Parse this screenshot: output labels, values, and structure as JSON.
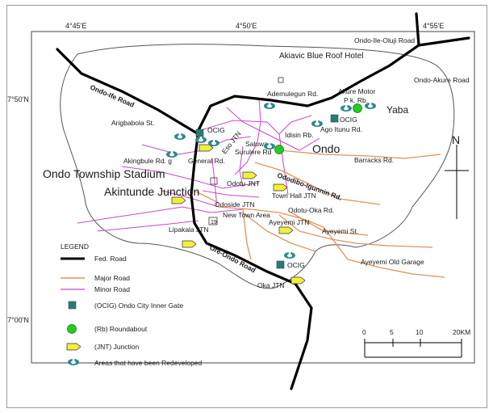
{
  "coordinates": {
    "top": [
      "4°45'E",
      "4°50'E",
      "4°55'E"
    ],
    "left": [
      "7°50'N",
      "7°00'N"
    ]
  },
  "places": {
    "ondo_ile_oluji_road": "Ondo-Ile-Oluji Road",
    "akiavic_hotel": "Akiavic Blue Roof Hotel",
    "ondo_akure_road": "Ondo-Akure Road",
    "ondo_ife_road": "Ondo-Ife Road",
    "ademulegun_rd": "Ademulegun Rd.",
    "akure_motor_1": "Akure Motor",
    "akure_motor_2": "P k. Rb.",
    "yaba": "Yaba",
    "ocig_north": "OCIG",
    "ago_itunu": "Ago Itunu Rd.",
    "arigbabola": "Arigbabola St.",
    "ocig_west": "OCIG",
    "idisin_rb": "Idisin Rb.",
    "saluwa_1": "Saluwa-",
    "saluwa_2": "Surulere Rd",
    "ondo": "Ondo",
    "eso_jtn": "Eso JTN",
    "akingbule": "Akingbule Rd. g",
    "general_rd": "General Rd.",
    "barracks_rd": "Barracks Rd.",
    "stadium": "Ondo Township Stadium",
    "odotu_jnt": "Odotu JNT",
    "ododibo": "Ododibo-Igunnin Rd.",
    "akintunde": "Akintunde Junction",
    "town_hall": "Town Hall JTN",
    "odoside": "Odoside JTN",
    "odotu_oka": "Odotu-Oka Rd.",
    "new_town": "New Town Area",
    "num_19": "19",
    "ayeyemi_jtn": "Ayeyemi JTN",
    "lipakala": "Lipakala JTN",
    "ayeyemi_st": "Ayeyemi St.",
    "ore_ondo": "Ore-Ondo Road",
    "ayeyemi_garage": "Ayeyemi Old Garage",
    "ocig_south": "OCIG",
    "oka_jtn": "Oka JTN"
  },
  "north_arrow": "N",
  "scale_bar": {
    "ticks": [
      "0",
      "5",
      "10",
      "20KM"
    ]
  },
  "legend": {
    "title": "LEGEND",
    "items": [
      {
        "label": "Fed. Road",
        "symbol": "fed-road"
      },
      {
        "label": "Major Road",
        "symbol": "major-road"
      },
      {
        "label": "Minor Road",
        "symbol": "minor-road"
      },
      {
        "label": "(OCIG) Ondo City Inner Gate",
        "symbol": "gate"
      },
      {
        "label": "(Rb) Roundabout",
        "symbol": "roundabout"
      },
      {
        "label": "(JNT) Junction",
        "symbol": "junction"
      },
      {
        "label": "Areas that have been Redeveloped",
        "symbol": "redeveloped"
      }
    ]
  },
  "colors": {
    "fed_road": "#000000",
    "major_road": "#e0925a",
    "minor_road": "#cc44cc",
    "gate": "#2e7a73",
    "roundabout": "#22cc22",
    "junction": "#f2ef3a",
    "redeveloped": "#2f8a8a",
    "boundary": "#555555"
  }
}
